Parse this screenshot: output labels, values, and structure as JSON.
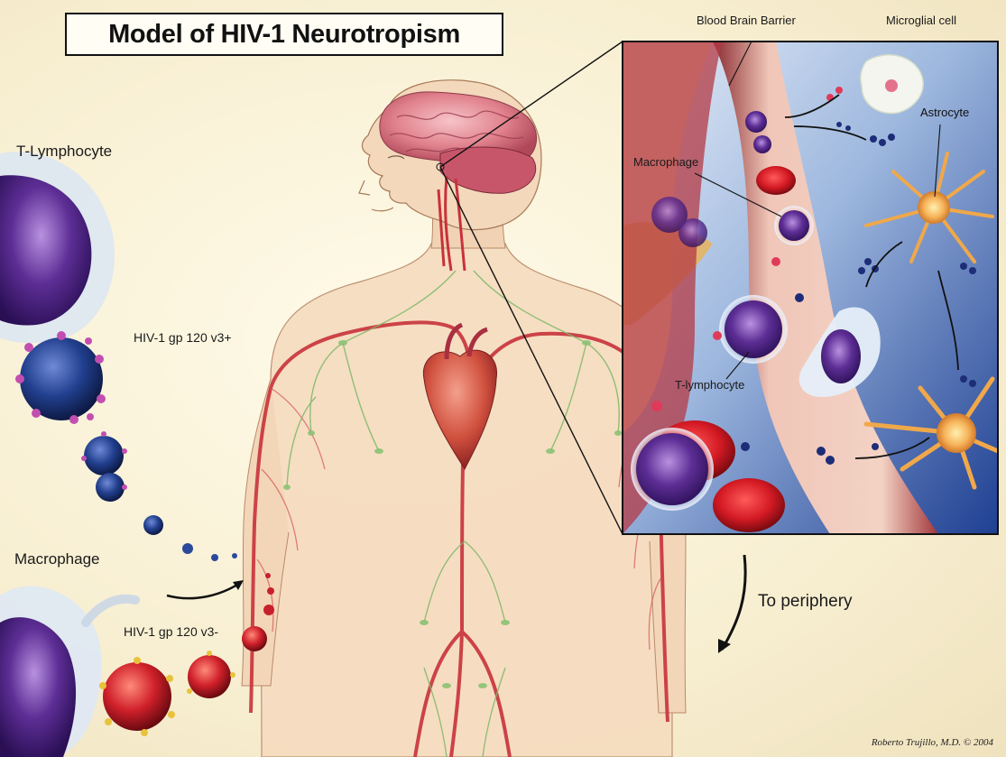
{
  "title": "Model of HIV-1 Neurotropism",
  "labels": {
    "t_lymphocyte": "T-Lymphocyte",
    "gp120_v3_plus": "HIV-1 gp 120 v3+",
    "macrophage": "Macrophage",
    "gp120_v3_minus": "HIV-1 gp 120 v3-",
    "to_periphery": "To periphery"
  },
  "inset": {
    "blood_brain_barrier": "Blood Brain Barrier",
    "microglial_cell": "Microglial cell",
    "astrocyte": "Astrocyte",
    "macrophage": "Macrophage",
    "t_lymphocyte": "T-lymphocyte"
  },
  "credit": "Roberto Trujillo, M.D. © 2004",
  "colors": {
    "background": "#fbf5df",
    "artery": "#c8323a",
    "lymph": "#7fb86a",
    "virus_plus": "#233e8c",
    "virus_minus": "#c8202a",
    "cell_purple": "#5a2a8c",
    "inset_blue": "#2a4fa0"
  }
}
